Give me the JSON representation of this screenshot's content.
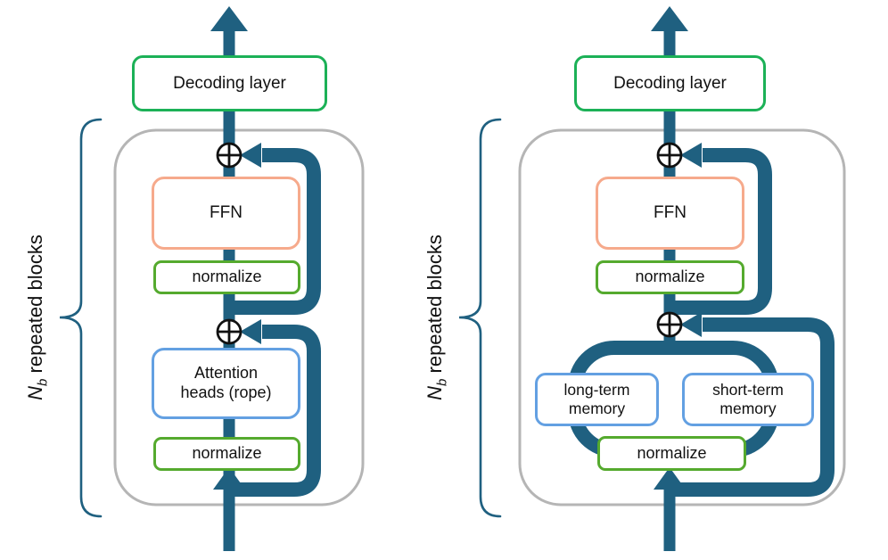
{
  "figure_type": "transformer-decoder-architecture-comparison-diagram",
  "colors": {
    "flow_line": "#1f6080",
    "container_border": "#b5b5b5",
    "decoding_border": "#1cb157",
    "normalize_border": "#55aa2e",
    "ffn_border": "#f6aa8c",
    "attention_memory_border": "#63a0e2",
    "sum_symbol": "#111111",
    "text": "#111111"
  },
  "left_diagram": {
    "decoding_label": "Decoding layer",
    "ffn_label": "FFN",
    "normalize_upper": "normalize",
    "attention_line1": "Attention",
    "attention_line2": "heads (rope)",
    "normalize_lower": "normalize",
    "brace_label_var": "N",
    "brace_label_sub": "b",
    "brace_label_text": " repeated blocks",
    "sum_icon": "circled-plus",
    "flow_direction": "bottom-to-top"
  },
  "right_diagram": {
    "decoding_label": "Decoding layer",
    "ffn_label": "FFN",
    "normalize_upper": "normalize",
    "long_term_line1": "long-term",
    "long_term_line2": "memory",
    "short_term_line1": "short-term",
    "short_term_line2": "memory",
    "normalize_lower": "normalize",
    "brace_label_var": "N",
    "brace_label_sub": "b",
    "brace_label_text": " repeated blocks",
    "sum_icon": "circled-plus",
    "flow_direction": "bottom-to-top"
  }
}
